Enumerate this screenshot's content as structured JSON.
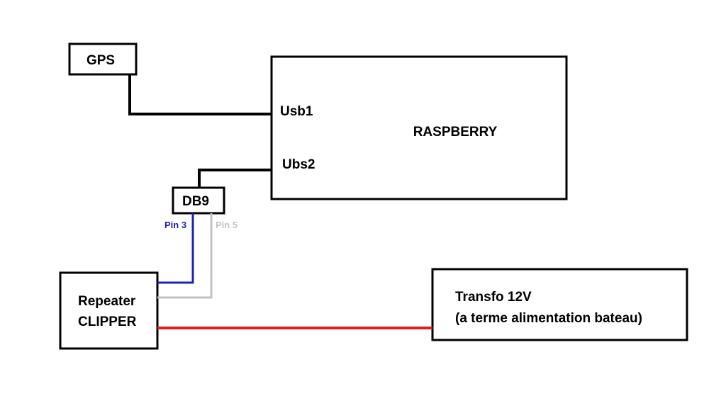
{
  "nodes": {
    "gps": {
      "label": "GPS"
    },
    "raspberry": {
      "label": "RASPBERRY",
      "port1": "Usb1",
      "port2": "Ubs2"
    },
    "db9": {
      "label": "DB9",
      "pin3": "Pin 3",
      "pin5": "Pin 5"
    },
    "repeater": {
      "line1": "Repeater",
      "line2": "CLIPPER"
    },
    "transfo": {
      "line1": "Transfo 12V",
      "line2": "(a terme alimentation bateau)"
    }
  },
  "colors": {
    "box": "#000000",
    "wire": "#000000",
    "pin3": "#1f1fb4",
    "pin5": "#c3c3c3",
    "power": "#e31b1b"
  }
}
